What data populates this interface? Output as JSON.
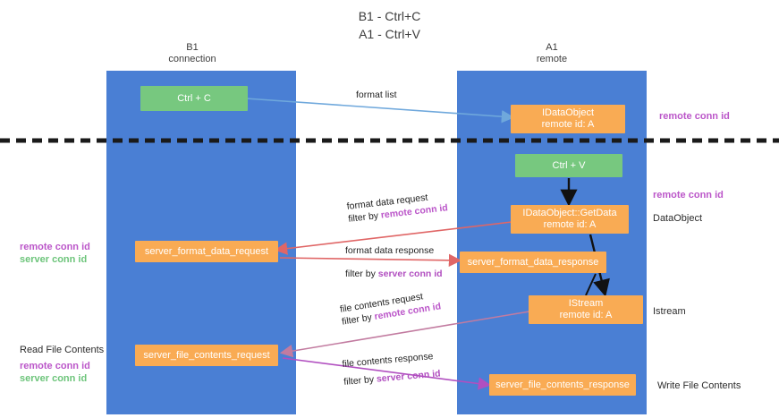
{
  "title": {
    "line1": "B1 - Ctrl+C",
    "line2": "A1 - Ctrl+V"
  },
  "lanes": [
    {
      "name": "b1-connection-lane",
      "header_line1": "B1",
      "header_line2": "connection",
      "color": "#4a7fd4"
    },
    {
      "name": "a1-remote-lane",
      "header_line1": "A1",
      "header_line2": "remote",
      "color": "#4a7fd4"
    }
  ],
  "colors": {
    "lane": "#4a7fd4",
    "green_node": "#77c87f",
    "orange_node": "#f9ab54",
    "purple_text": "#bb56c9",
    "green_text": "#6cc47a",
    "arrow_blue": "#6fa8dc",
    "arrow_red": "#e06666",
    "arrow_magenta": "#c27ba0",
    "arrow_purple": "#b14fc0",
    "arrow_black": "#111111",
    "divider": "#1a1a1a"
  },
  "nodes": {
    "ctrl_c": {
      "line1": "Ctrl + C",
      "line2": ""
    },
    "idataobject": {
      "line1": "IDataObject",
      "line2": "remote id: A"
    },
    "ctrl_v": {
      "line1": "Ctrl + V",
      "line2": ""
    },
    "getdata": {
      "line1": "IDataObject::GetData",
      "line2": "remote id: A"
    },
    "server_format_data_request": {
      "line1": "server_format_data_request",
      "line2": ""
    },
    "server_format_data_response": {
      "line1": "server_format_data_response",
      "line2": ""
    },
    "istream": {
      "line1": "IStream",
      "line2": "remote id: A"
    },
    "server_file_contents_request": {
      "line1": "server_file_contents_request",
      "line2": ""
    },
    "server_file_contents_response": {
      "line1": "server_file_contents_response",
      "line2": ""
    }
  },
  "edge_labels": {
    "format_list": "format list",
    "format_data_request": "format data request",
    "format_data_request_filter_prefix": "filter by ",
    "format_data_request_filter_key": "remote conn id",
    "format_data_response": "format data response",
    "format_data_response_filter_prefix": "filter by ",
    "format_data_response_filter_key": "server conn id",
    "file_contents_request": "file contents request",
    "file_contents_request_filter_prefix": "filter by ",
    "file_contents_request_filter_key": "remote conn id",
    "file_contents_response": "file contents response",
    "file_contents_response_filter_prefix": "filter by ",
    "file_contents_response_filter_key": "server conn id"
  },
  "annotations": {
    "right_remote_conn_id_top": "remote conn id",
    "right_remote_conn_id_mid": "remote conn id",
    "right_dataobject": "DataObject",
    "right_istream": "Istream",
    "right_write_file_contents": "Write File Contents",
    "left_remote_conn_id_mid": "remote conn id",
    "left_server_conn_id_mid": "server conn id",
    "left_read_file_contents": "Read File Contents",
    "left_remote_conn_id_bottom": "remote conn id",
    "left_server_conn_id_bottom": "server conn id"
  }
}
